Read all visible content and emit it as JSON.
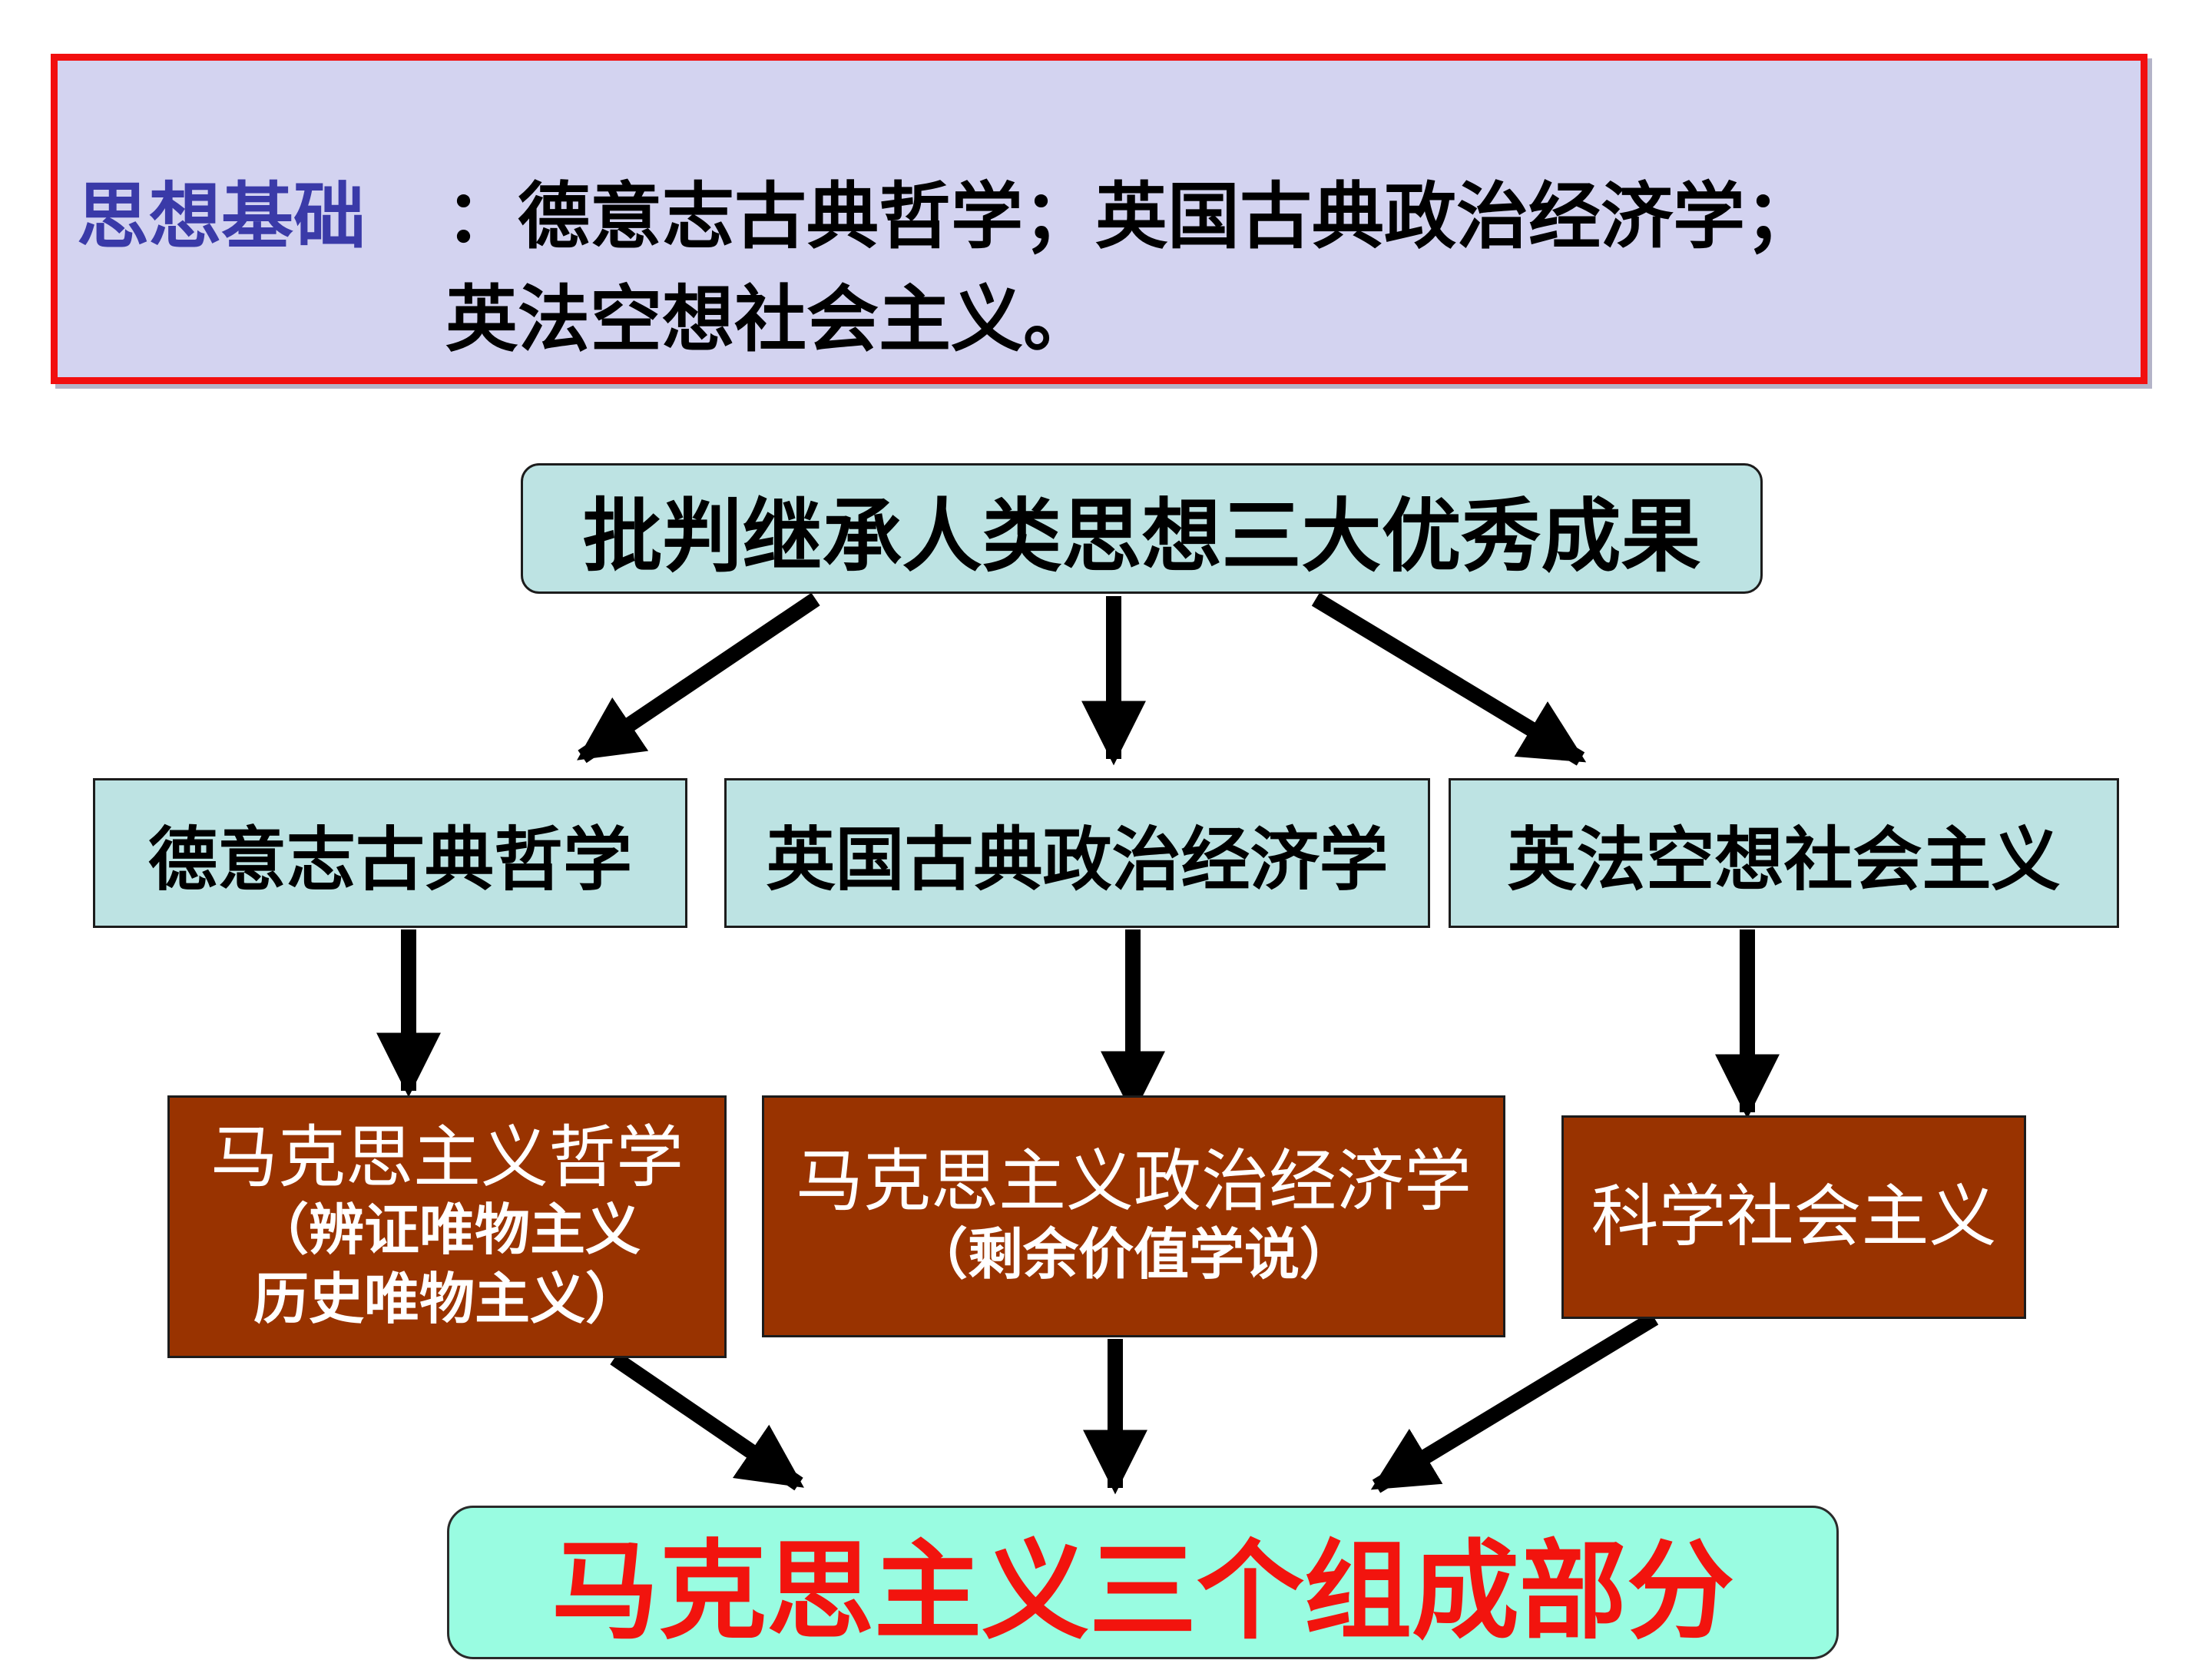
{
  "banner": {
    "label": "思想基础",
    "line1": "：德意志古典哲学；英国古典政治经济学；",
    "line2": "英法空想社会主义。"
  },
  "top_box": {
    "text": "批判继承人类思想三大优秀成果"
  },
  "middle": [
    {
      "text": "德意志古典哲学"
    },
    {
      "text": "英国古典政治经济学"
    },
    {
      "text": "英法空想社会主义"
    }
  ],
  "lower": [
    {
      "title": "马克思主义哲学",
      "sub1": "（辨证唯物主义",
      "sub2": "历史唯物主义）"
    },
    {
      "title": "马克思主义政治经济学",
      "sub1": "（剩余价值学说）"
    },
    {
      "title": "科学社会主义"
    }
  ],
  "bottom_box": {
    "text": "马克思主义三个组成部分"
  },
  "colors": {
    "banner_bg": "#d3d3f0",
    "banner_border": "#f20f0f",
    "label_blue": "#3a3aa8",
    "teal_box": "#bde3e3",
    "brown_box": "#993300",
    "bottom_box": "#99fce1",
    "bottom_text": "#f2140e"
  }
}
